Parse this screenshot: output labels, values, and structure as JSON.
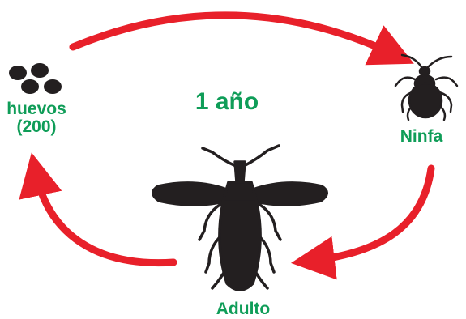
{
  "cycle": {
    "duration_label": "1 año"
  },
  "stages": {
    "eggs": {
      "label_line1": "huevos",
      "label_line2": "(200)"
    },
    "nymph": {
      "label": "Ninfa"
    },
    "adult": {
      "label": "Adulto"
    }
  },
  "colors": {
    "label_green": "#0f9d58",
    "arrow_red": "#e8202a",
    "insect_black": "#231f20"
  }
}
